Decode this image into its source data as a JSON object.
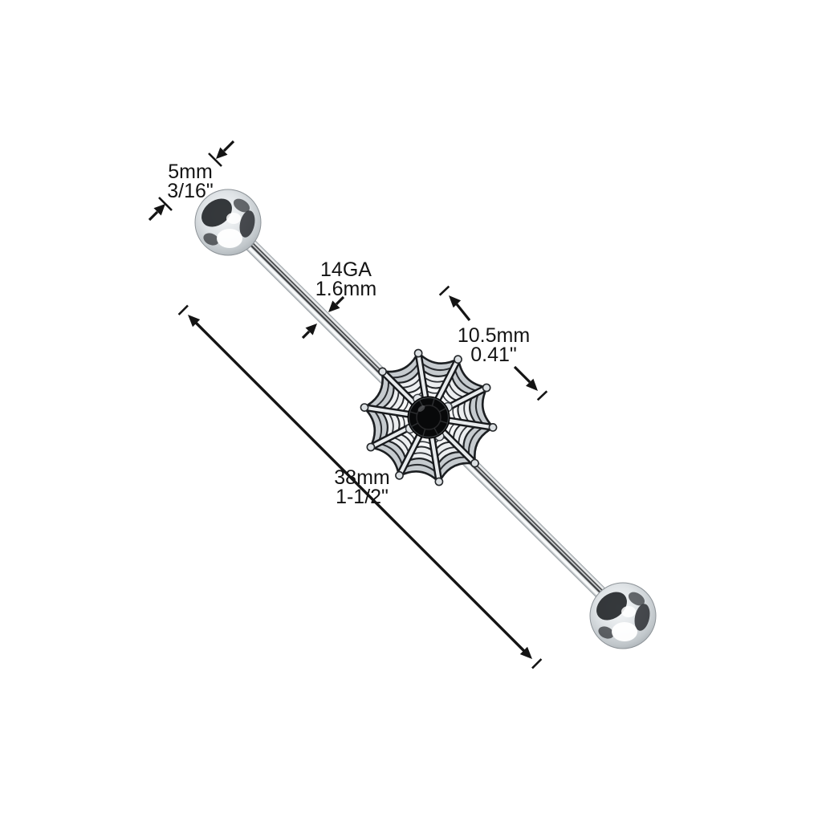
{
  "page": {
    "background": "#ffffff"
  },
  "annotations": {
    "ball_diameter": {
      "line1": "5mm",
      "line2": "3/16\""
    },
    "bar_gauge": {
      "line1": "14GA",
      "line2": "1.6mm"
    },
    "charm_diameter": {
      "line1": "10.5mm",
      "line2": "0.41\""
    },
    "bar_length": {
      "line1": "38mm",
      "line2": "1-1/2\""
    }
  },
  "colors": {
    "dimension_line": "#141414",
    "metal_light": "#e9ecee",
    "metal_dark": "#1d2023",
    "gem": "#08090a"
  }
}
